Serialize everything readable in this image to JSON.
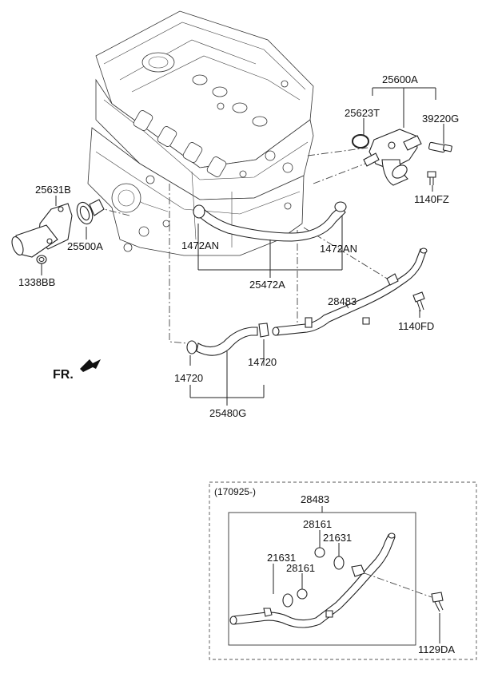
{
  "labels": {
    "p25600A": "25600A",
    "p25623T": "25623T",
    "p39220G": "39220G",
    "p1140FZ": "1140FZ",
    "p25631B": "25631B",
    "p25500A": "25500A",
    "p1338BB": "1338BB",
    "p1472AN_left": "1472AN",
    "p1472AN_right": "1472AN",
    "p25472A": "25472A",
    "p28483": "28483",
    "p1140FD": "1140FD",
    "p14720_left": "14720",
    "p14720_right": "14720",
    "p25480G": "25480G",
    "fr": "FR."
  },
  "inset": {
    "date": "(170925-)",
    "p28483": "28483",
    "p28161_top": "28161",
    "p21631_top": "21631",
    "p21631_left": "21631",
    "p28161_left": "28161",
    "p1129DA": "1129DA"
  }
}
